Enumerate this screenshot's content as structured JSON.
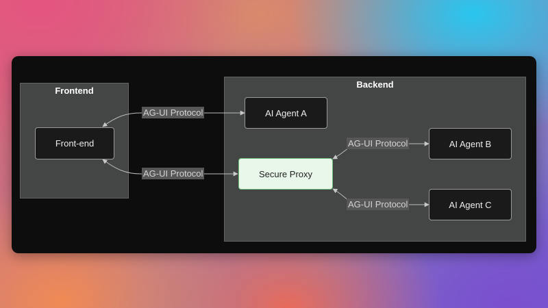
{
  "clusters": {
    "frontend": "Frontend",
    "backend": "Backend"
  },
  "nodes": {
    "frontend": "Front-end",
    "agent_a": "AI Agent A",
    "secure_proxy": "Secure Proxy",
    "agent_b": "AI Agent B",
    "agent_c": "AI Agent C"
  },
  "edges": [
    {
      "from": "frontend",
      "to": "agent_a",
      "label": "AG-UI Protocol"
    },
    {
      "from": "frontend",
      "to": "secure_proxy",
      "label": "AG-UI Protocol"
    },
    {
      "from": "secure_proxy",
      "to": "agent_b",
      "label": "AG-UI Protocol"
    },
    {
      "from": "secure_proxy",
      "to": "agent_c",
      "label": "AG-UI Protocol"
    }
  ],
  "colors": {
    "card": "#0d0d0d",
    "cluster_fill": "#444545",
    "node_fill": "#1a1a1a",
    "proxy_fill": "#e9f6ea",
    "proxy_border": "#6fc07a",
    "edge": "#bdbdbd"
  }
}
